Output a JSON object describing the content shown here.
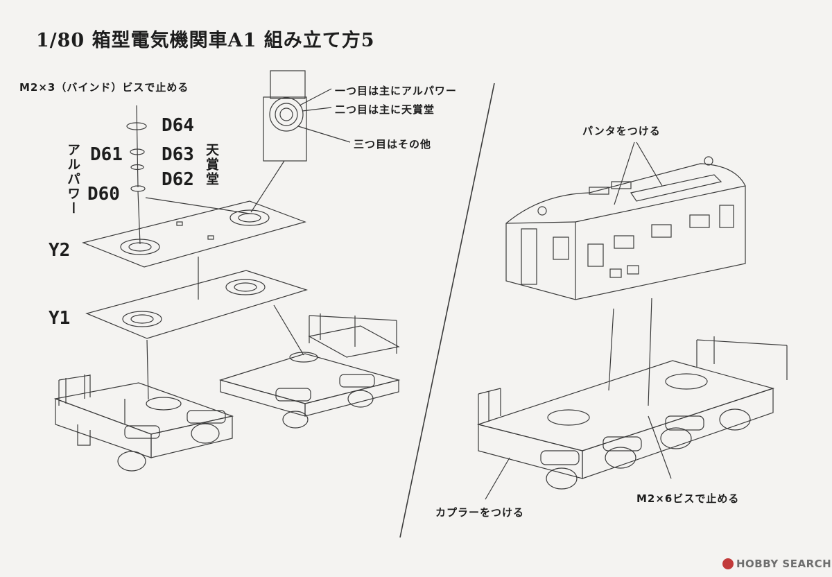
{
  "title": "1/80 箱型電気機関車A1 組み立て方5",
  "labels": {
    "screw_m2x3": "M2×3（バインド）ビスで止める",
    "note_1": "一つ目は主にアルパワー",
    "note_2": "二つ目は主に天賞堂",
    "note_3": "三つ目はその他",
    "pantograph": "パンタをつける",
    "coupler": "カプラーをつける",
    "screw_m2x6": "M2×6ビスで止める",
    "alpower_vertical": "アルパワー",
    "tenshodo_vertical": "天賞堂"
  },
  "parts": {
    "d64": "D64",
    "d61": "D61",
    "d63": "D63",
    "d62": "D62",
    "d60": "D60",
    "y2": "Y2",
    "y1": "Y1"
  },
  "watermark": "HOBBY SEARCH",
  "colors": {
    "line": "#3a3a3a",
    "paper": "#f4f3f1",
    "watermark_logo": "#c23a3a"
  }
}
